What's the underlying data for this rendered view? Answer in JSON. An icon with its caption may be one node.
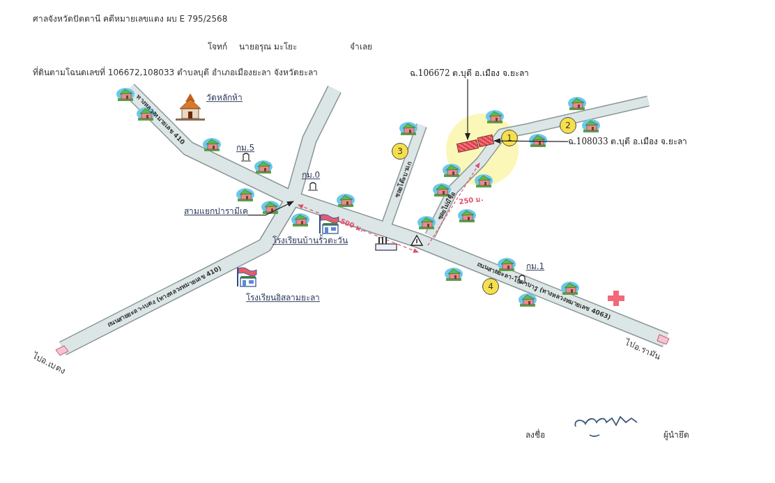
{
  "diagram": {
    "nodes": [
      {
        "text": [
          "ฉ.106672 ต.บุดี อ.เมือง จ.ยะลา"
        ]
      },
      {
        "text": [],
        "shape": "box"
      },
      {
        "text": [],
        "shape": "box"
      },
      {
        "text": [
          "ฉ.108033 ต.บุดี อ.เมือง จ.ยะลา"
        ]
      },
      {
        "text": [
          "สามแยกปารามีเค"
        ]
      }
    ],
    "edges": [
      {
        "from": 0,
        "to": 1,
        "arrow": "to"
      },
      {
        "from": 3,
        "to": 2,
        "arrow": "to"
      },
      {
        "from": 4,
        "to": null,
        "arrow": "to"
      }
    ],
    "labels": [
      "ศาลจังหวัดปัตตานี คดีหมายเลขแดง ผบ E 795/2568",
      "โจทก์",
      "นายอรุณ มะโยะ",
      "จำเลย",
      "ที่ดินตามโฉนดเลขที่ 106672,108033 ตำบลบุดี อำเภอเมืองยะลา จังหวัดยะลา",
      "วัดหลักห้า",
      "ทางหลวงหมายเลข 410",
      "กม.5",
      "3",
      "กม.0",
      "ซอยโต๊ะบาแก",
      "2",
      "1",
      "250 ม.",
      "ซอยไม่มีชื่อ",
      "500 ม.",
      "โรงเรียนบ้านรั้วตะวัน",
      "ถนนสายยะลา-โกตาบารู (ทางหลวงหมายเลข 4063)",
      "กม.1",
      "4",
      "ถนนสายยะลา-เบตง (ทางหลวงหมายเลข 410)",
      "โรงเรียนอิสลามยะลา",
      "ไปอ.เบตง",
      "ไปอ.รามัน",
      "ลงชื่อ",
      "ผู้นำยึด"
    ]
  }
}
